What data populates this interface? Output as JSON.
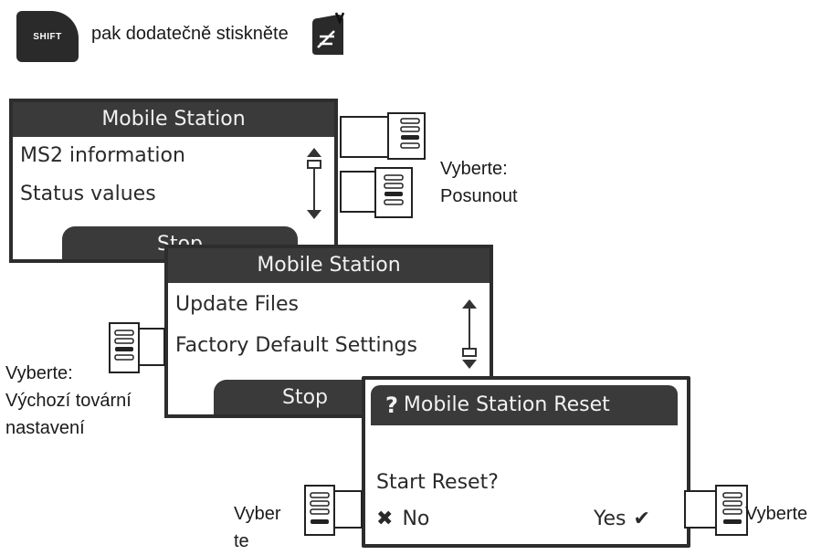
{
  "instruction": {
    "key_label": "SHIFT",
    "text": "pak dodatečně stiskněte"
  },
  "screen1": {
    "title": "Mobile Station",
    "items": [
      "MS2 information",
      "Status values"
    ],
    "stop": "Stop"
  },
  "screen2": {
    "title": "Mobile Station",
    "items": [
      "Update Files",
      "Factory Default Settings"
    ],
    "stop": "Stop"
  },
  "screen3": {
    "title": "Mobile Station Reset",
    "prompt": "Start Reset?",
    "no": "No",
    "yes": "Yes"
  },
  "labels": {
    "scroll": [
      "Vyberte:",
      "Posunout"
    ],
    "factory": [
      "Vyberte:",
      "Výchozí tovární",
      "nastavení"
    ],
    "left": [
      "Vyber",
      "te"
    ],
    "right": "Vyberte"
  },
  "icons": {
    "key": "shift-key",
    "ctrl": "control-key-icon",
    "scroll": "scroll-arrow-icon",
    "question": "question-mark-icon",
    "cross": "cross-icon",
    "check": "check-icon"
  }
}
